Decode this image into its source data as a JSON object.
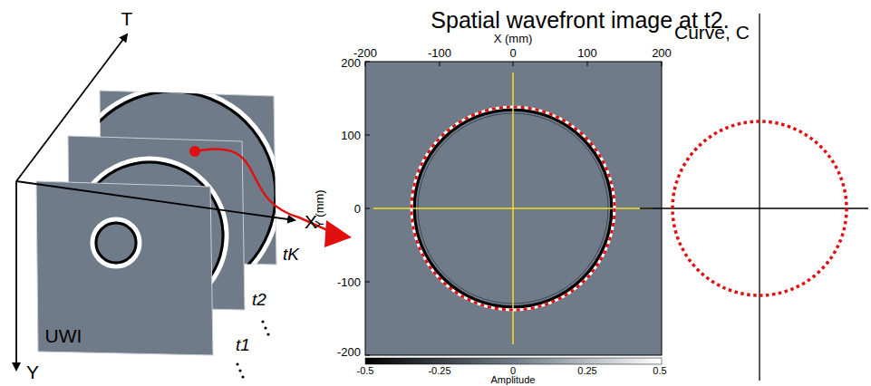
{
  "diagram": {
    "title": "Spatial wavefront image at t2.",
    "labels": [
      "T",
      "X",
      "Y",
      "UWI",
      "t1",
      "t2",
      "tK",
      "X (mm)",
      "-200",
      "-100",
      "0",
      "100",
      "200",
      "Y (mm)",
      "200",
      "100",
      "0",
      "-100",
      "-200",
      "-0.5",
      "-0.25",
      "0",
      "0.25",
      "0.5",
      "Amplitude",
      "Curve, C"
    ]
  }
}
